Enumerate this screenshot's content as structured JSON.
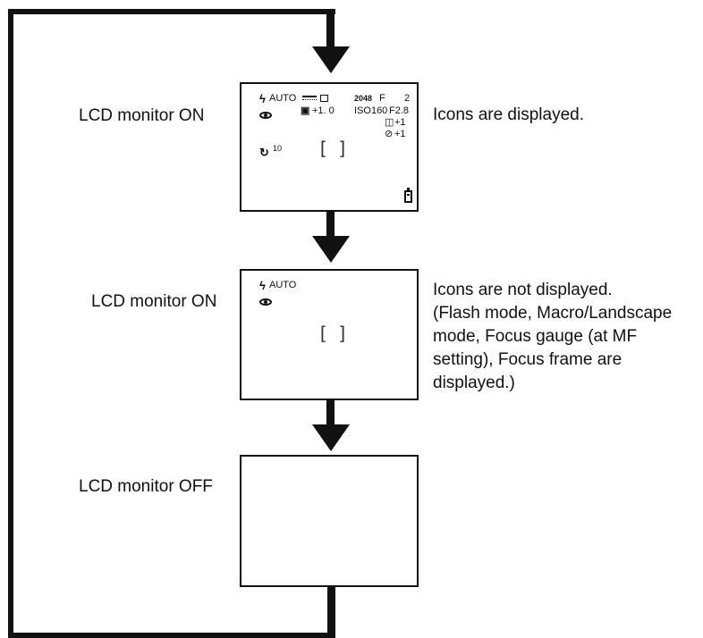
{
  "states": [
    {
      "label": "LCD monitor ON",
      "description_lines": [
        "Icons are displayed."
      ],
      "screen": {
        "flash_mode": "AUTO",
        "exposure_comp": "+1. 0",
        "self_timer": "10",
        "image_size": "2048",
        "quality": "F",
        "shots_remaining": "2",
        "iso": "ISO160",
        "aperture": "F2.8",
        "sharpness": "+1",
        "contrast": "+1",
        "icons": [
          "flash-icon",
          "red-eye-icon",
          "resolution-bar-icon",
          "macro-icon",
          "exposure-icon",
          "self-timer-icon",
          "focus-frame",
          "sharpness-icon",
          "contrast-icon",
          "battery-icon"
        ]
      }
    },
    {
      "label": "LCD monitor ON",
      "description_lines": [
        "Icons are not displayed.",
        "(Flash mode, Macro/Landscape",
        "mode, Focus gauge (at MF",
        "setting), Focus frame are",
        "displayed.)"
      ],
      "screen": {
        "flash_mode": "AUTO",
        "icons": [
          "flash-icon",
          "red-eye-icon",
          "focus-frame"
        ]
      }
    },
    {
      "label": "LCD monitor OFF",
      "description_lines": [],
      "screen": {
        "icons": []
      }
    }
  ],
  "colors": {
    "line": "#111111",
    "background": "#ffffff"
  }
}
